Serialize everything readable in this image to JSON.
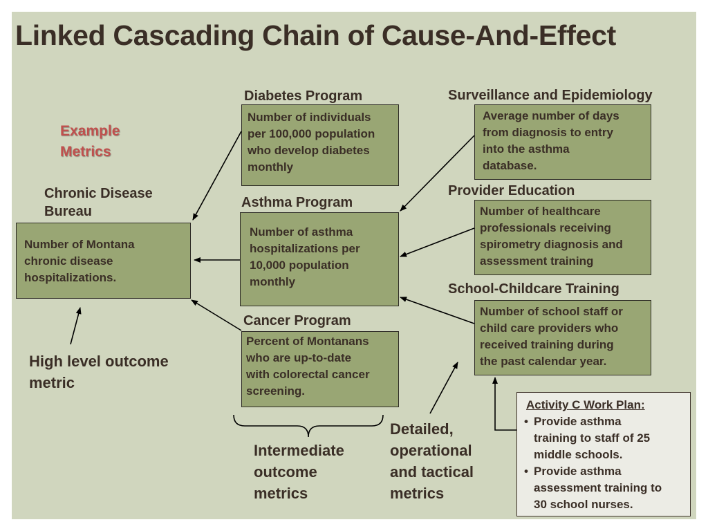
{
  "title": "Linked Cascading Chain of Cause-And-Effect",
  "example_metrics": {
    "line1": "Example",
    "line2": "Metrics"
  },
  "chronic": {
    "heading_line1": "Chronic Disease",
    "heading_line2": "Bureau",
    "lines": [
      "Number of Montana",
      "chronic disease",
      "hospitalizations."
    ]
  },
  "diabetes": {
    "heading": "Diabetes Program",
    "lines": [
      "Number of individuals",
      "per 100,000 population",
      "who develop diabetes",
      "monthly"
    ]
  },
  "asthma": {
    "heading": "Asthma Program",
    "lines": [
      "Number of asthma",
      "hospitalizations per",
      "10,000 population",
      "monthly"
    ]
  },
  "cancer": {
    "heading": "Cancer Program",
    "lines": [
      "Percent of Montanans",
      "who are up-to-date",
      "with colorectal cancer",
      "screening."
    ]
  },
  "surveillance": {
    "heading": "Surveillance and Epidemiology",
    "lines": [
      "Average number of days",
      "from diagnosis to entry",
      "into the asthma",
      "database."
    ]
  },
  "provider": {
    "heading": "Provider Education",
    "lines": [
      "Number of healthcare",
      "professionals receiving",
      "spirometry diagnosis and",
      "assessment training"
    ]
  },
  "school": {
    "heading": "School-Childcare Training",
    "lines": [
      "Number of school staff or",
      "child care providers who",
      "received training during",
      "the past calendar year."
    ]
  },
  "labels": {
    "high_level": [
      "High level outcome",
      "metric"
    ],
    "intermediate": [
      "Intermediate",
      "outcome",
      "metrics"
    ],
    "detailed": [
      "Detailed,",
      "operational",
      "and tactical",
      "metrics"
    ]
  },
  "workplan": {
    "title": "Activity C Work Plan:",
    "bullet": "•",
    "item1": [
      "Provide asthma",
      "training to staff of 25",
      "middle schools."
    ],
    "item2": [
      "Provide asthma",
      "assessment training to",
      "30 school nurses."
    ]
  }
}
